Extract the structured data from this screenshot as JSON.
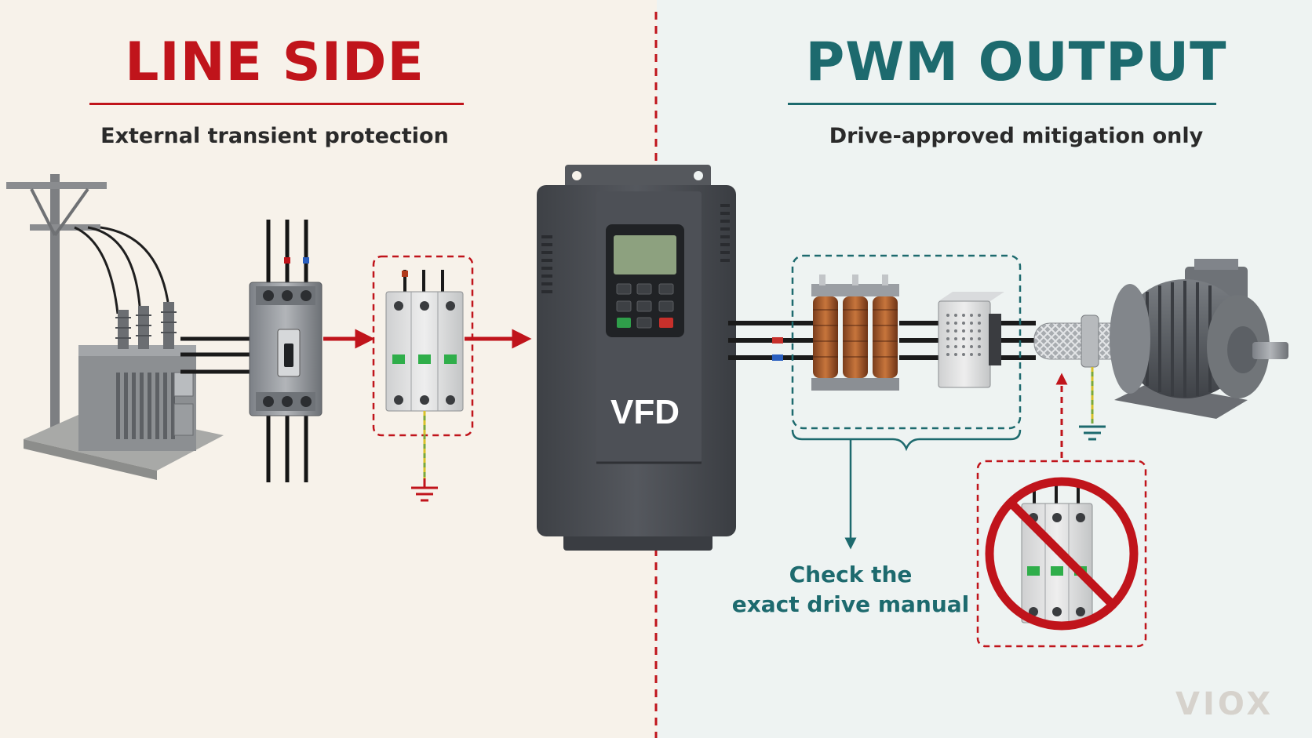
{
  "colors": {
    "line_side_bg": "#f7f2ea",
    "output_side_bg": "#eef3f2",
    "red": "#c0141b",
    "teal": "#1d6a6e",
    "equipment_gray": "#4a4d52"
  },
  "left": {
    "heading": "LINE SIDE",
    "subtitle": "External transient protection"
  },
  "right": {
    "heading": "PWM OUTPUT",
    "subtitle": "Drive-approved mitigation only"
  },
  "vfd": {
    "label": "VFD"
  },
  "note": {
    "line1": "Check the",
    "line2": "exact drive manual"
  },
  "watermark": "VIOX",
  "components": [
    {
      "name": "utility-pole",
      "icon": "utility-pole-icon"
    },
    {
      "name": "transformer",
      "icon": "transformer-icon"
    },
    {
      "name": "circuit-breaker",
      "icon": "breaker-icon"
    },
    {
      "name": "surge-protective-device",
      "icon": "spd-icon"
    },
    {
      "name": "variable-frequency-drive",
      "icon": "vfd-icon"
    },
    {
      "name": "output-reactor",
      "icon": "reactor-icon"
    },
    {
      "name": "dv-dt-filter",
      "icon": "filter-icon"
    },
    {
      "name": "shielded-cable",
      "icon": "shielded-cable-icon"
    },
    {
      "name": "motor",
      "icon": "motor-icon"
    },
    {
      "name": "prohibited-spd",
      "icon": "no-spd-icon"
    }
  ]
}
